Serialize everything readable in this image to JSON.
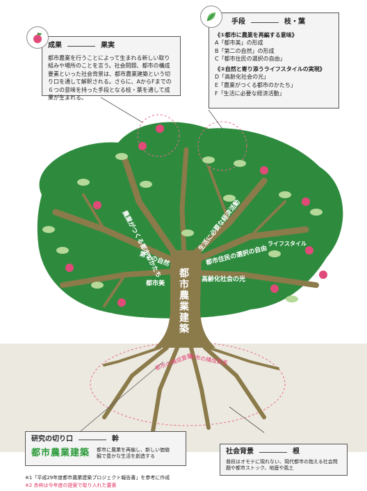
{
  "results_box": {
    "heading": "成果",
    "heading_right": "果実",
    "body": "都市農業を行うことによって生まれる新しい取り組みや場所のことを言う。社会問題、都市の構成要素といった社会背景は、都市農業建築という切り口を通して解釈される。さらに、AからFまでの６つの意味を持った手段となる枝・葉を通して成果が生まれる。"
  },
  "means_box": {
    "heading": "手段",
    "heading_right": "枝・葉",
    "section1": "《①都市に農業を再編する意味》",
    "items1": [
      "A「都市美」の形成",
      "B「第二の自然」の形成",
      "C「都市住民の選択の自由」"
    ],
    "section2": "《②自然と寄り添うライフスタイルの実現》",
    "items2": [
      "D「高齢化社会の光」",
      "E「農業がつくる都市のかたち」",
      "F「生活に必要な経済活動」"
    ]
  },
  "tree": {
    "trunk_label": "都市農業建築",
    "branches": [
      "農業がつくる都市のかたち",
      "第２の自然",
      "都市美",
      "生活に必要な経済活動",
      "都市住民の選択の自由",
      "高齢化社会の光",
      "ライフスタイル"
    ],
    "root_left": "都市の構成要素",
    "root_right": "都市の構成要素"
  },
  "research_box": {
    "heading": "研究の切り口",
    "heading_right": "幹",
    "title": "都市農業建築",
    "body": "都市に農業を再編し、新しい価値観で豊かな生活を創造する"
  },
  "social_box": {
    "heading": "社会背景",
    "heading_right": "根",
    "body": "普段はオモテに現れない、現代都市の抱える社会問題や都市ストック、地歴や風土"
  },
  "notes": {
    "note1": "※1「平成29年度都市農業建築プロジェクト報告書」を参考に作成",
    "note2": "※2 赤枠は今年度の提案で取り入れた要素"
  },
  "colors": {
    "canopy": "#2e8b3e",
    "trunk": "#8b7a4a",
    "ground": "#ece9e0",
    "accent_green": "#2b9a3a",
    "fruit": "#e04a78",
    "leaf": "#b6d99a"
  },
  "icons": [
    "apple-icon",
    "leaf-icon"
  ]
}
